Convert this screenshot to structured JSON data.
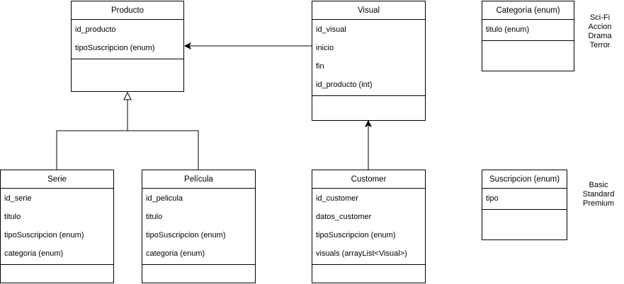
{
  "classes": {
    "producto": {
      "name": "Producto",
      "attributes": [
        "id_producto",
        "tipoSuscripcion (enum)"
      ]
    },
    "visual": {
      "name": "Visual",
      "attributes": [
        "id_visual",
        "inicio",
        "fin",
        "id_producto (int)"
      ]
    },
    "categoria": {
      "name": "Categoría (enum)",
      "attributes": [
        "titulo (enum)"
      ]
    },
    "serie": {
      "name": "Serie",
      "attributes": [
        "id_serie",
        "titulo",
        "tipoSuscripcion (enum)",
        "categoria (enum)"
      ]
    },
    "pelicula": {
      "name": "Película",
      "attributes": [
        "id_pelicula",
        "titulo",
        "tipoSuscripcion (enum)",
        "categoria (enum)"
      ]
    },
    "customer": {
      "name": "Customer",
      "attributes": [
        "id_customer",
        "datos_customer",
        "tipoSuscripcion (enum)",
        "visuals (arrayList<Visual>)"
      ]
    },
    "suscripcion": {
      "name": "Suscripcion (enum)",
      "attributes": [
        "tipo"
      ]
    }
  },
  "notes": {
    "categoria_values": [
      "Sci-Fi",
      "Accion",
      "Drama",
      "Terror"
    ],
    "suscripcion_values": [
      "Basic",
      "Standard",
      "Premium"
    ]
  }
}
